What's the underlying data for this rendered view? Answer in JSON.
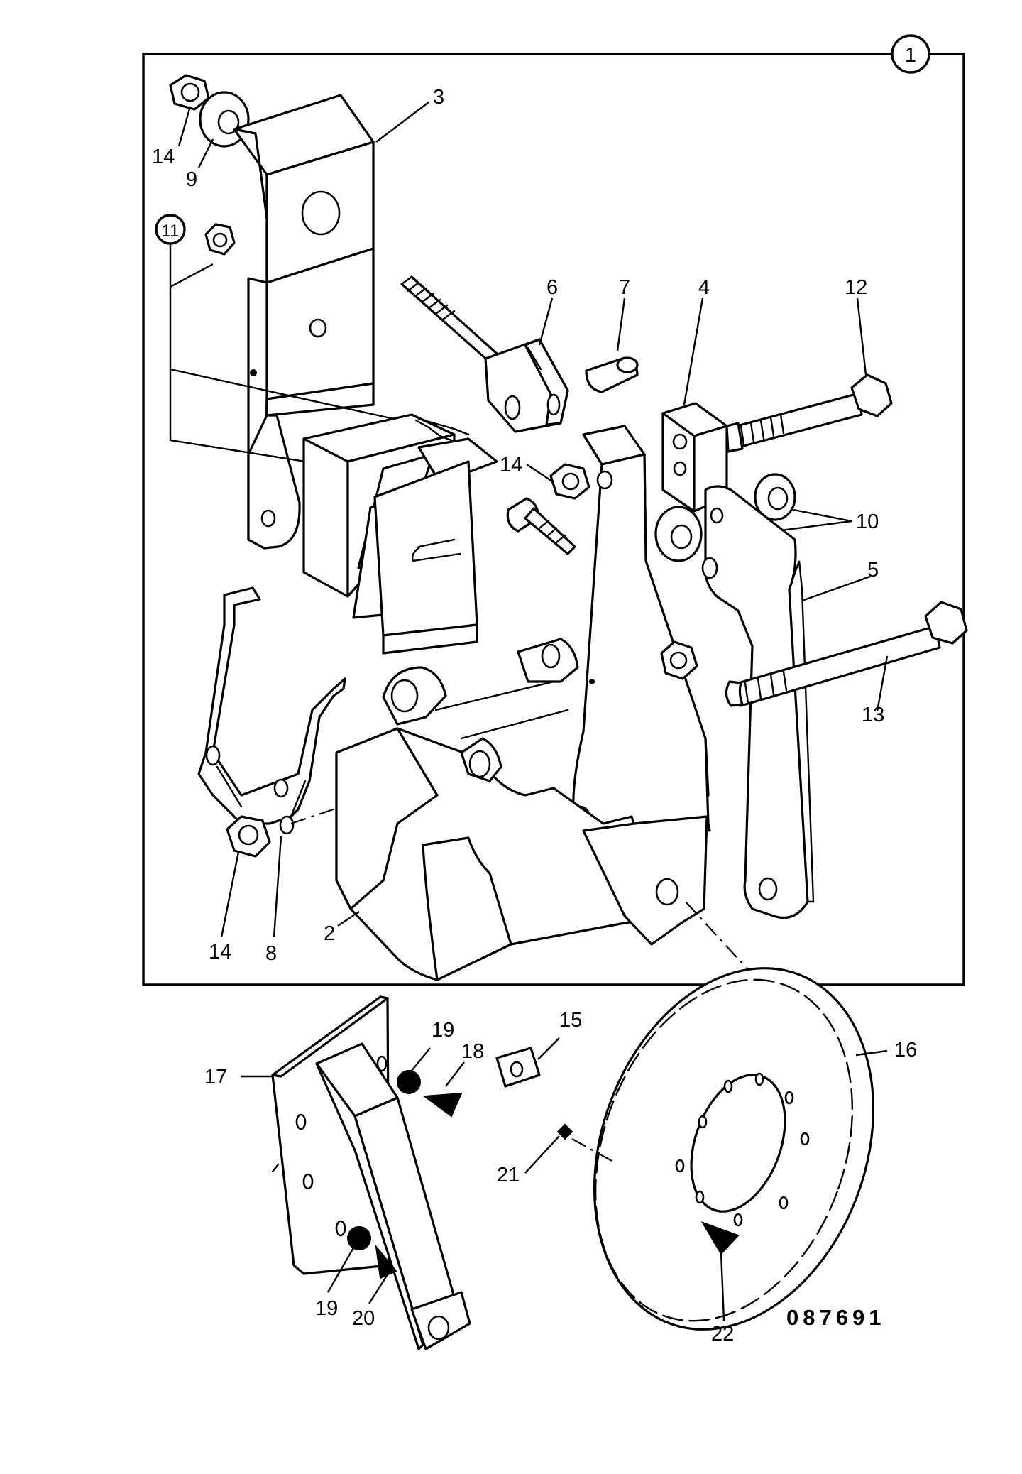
{
  "diagram": {
    "group_number": "1",
    "sub_group_number": "11",
    "reference_code": "087691",
    "callouts": [
      {
        "id": "c3",
        "text": "3"
      },
      {
        "id": "c14a",
        "text": "14"
      },
      {
        "id": "c9",
        "text": "9"
      },
      {
        "id": "c6",
        "text": "6"
      },
      {
        "id": "c7",
        "text": "7"
      },
      {
        "id": "c4",
        "text": "4"
      },
      {
        "id": "c12",
        "text": "12"
      },
      {
        "id": "c14b",
        "text": "14"
      },
      {
        "id": "c10",
        "text": "10"
      },
      {
        "id": "c5",
        "text": "5"
      },
      {
        "id": "c13",
        "text": "13"
      },
      {
        "id": "c14c",
        "text": "14"
      },
      {
        "id": "c8",
        "text": "8"
      },
      {
        "id": "c2",
        "text": "2"
      },
      {
        "id": "c19a",
        "text": "19"
      },
      {
        "id": "c18",
        "text": "18"
      },
      {
        "id": "c15",
        "text": "15"
      },
      {
        "id": "c16",
        "text": "16"
      },
      {
        "id": "c17",
        "text": "17"
      },
      {
        "id": "c21",
        "text": "21"
      },
      {
        "id": "c19b",
        "text": "19"
      },
      {
        "id": "c20",
        "text": "20"
      },
      {
        "id": "c22",
        "text": "22"
      }
    ]
  }
}
